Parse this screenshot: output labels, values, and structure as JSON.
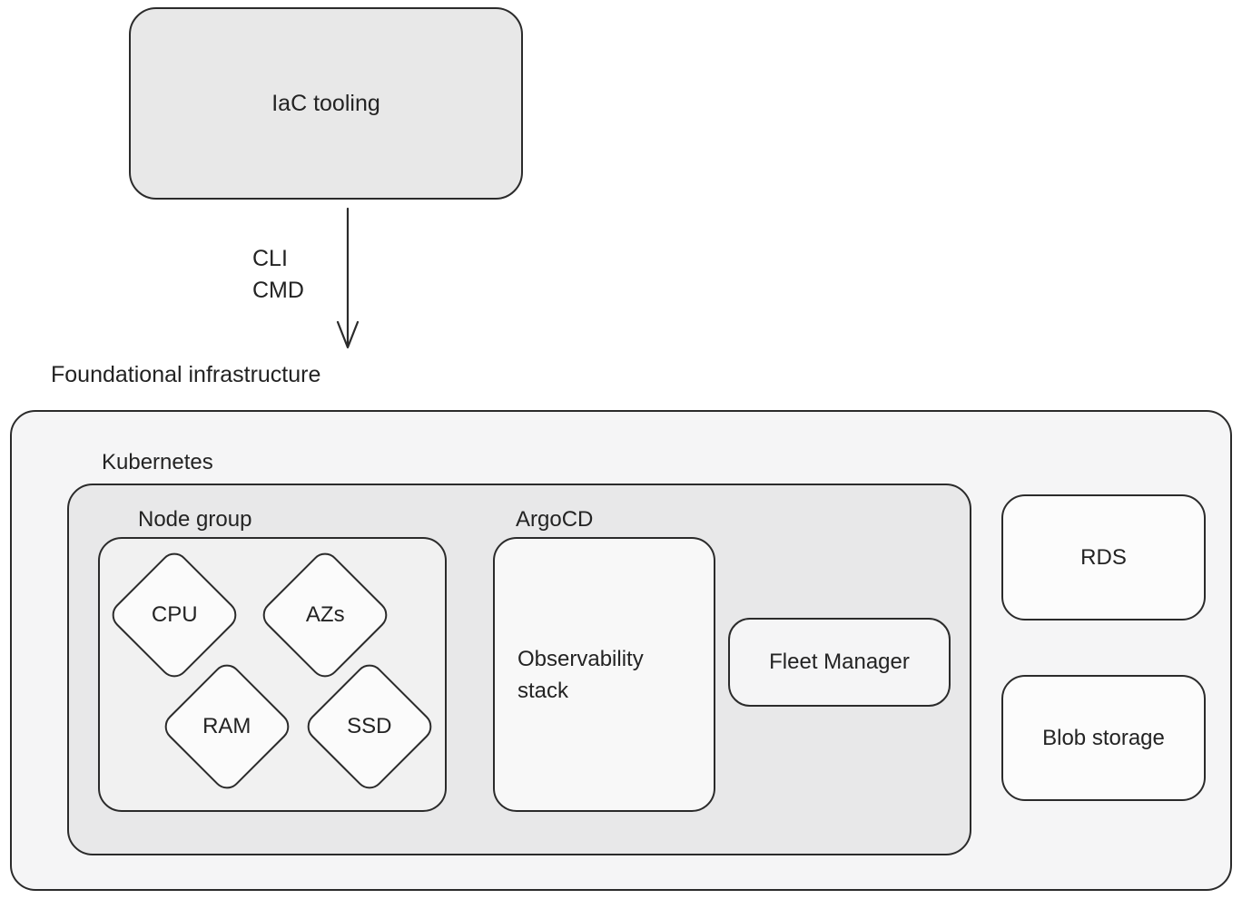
{
  "diagram": {
    "iac": {
      "label": "IaC tooling"
    },
    "edge": {
      "labels": [
        "CLI",
        "CMD"
      ]
    },
    "foundational": {
      "label": "Foundational infrastructure"
    },
    "kubernetes": {
      "label": "Kubernetes"
    },
    "node_group": {
      "label": "Node group",
      "diamonds": [
        {
          "label": "CPU"
        },
        {
          "label": "AZs"
        },
        {
          "label": "RAM"
        },
        {
          "label": "SSD"
        }
      ]
    },
    "argocd": {
      "label": "ArgoCD"
    },
    "observability": {
      "label": "Observability stack"
    },
    "fleet_manager": {
      "label": "Fleet Manager"
    },
    "rds": {
      "label": "RDS"
    },
    "blob_storage": {
      "label": "Blob storage"
    }
  },
  "colors": {
    "stroke": "#2b2b2b",
    "text": "#232323",
    "canvas_background": "#ffffff",
    "iac_fill": "#e8e8e8",
    "foundational_fill": "#f5f5f6",
    "kubernetes_fill": "#e8e8e9",
    "node_group_fill": "#f1f1f1",
    "diamond_fill": "#fbfbfb",
    "observability_fill": "#f8f8f8",
    "fleet_manager_fill": "#f5f5f6",
    "storage_fill": "#fcfcfc"
  }
}
